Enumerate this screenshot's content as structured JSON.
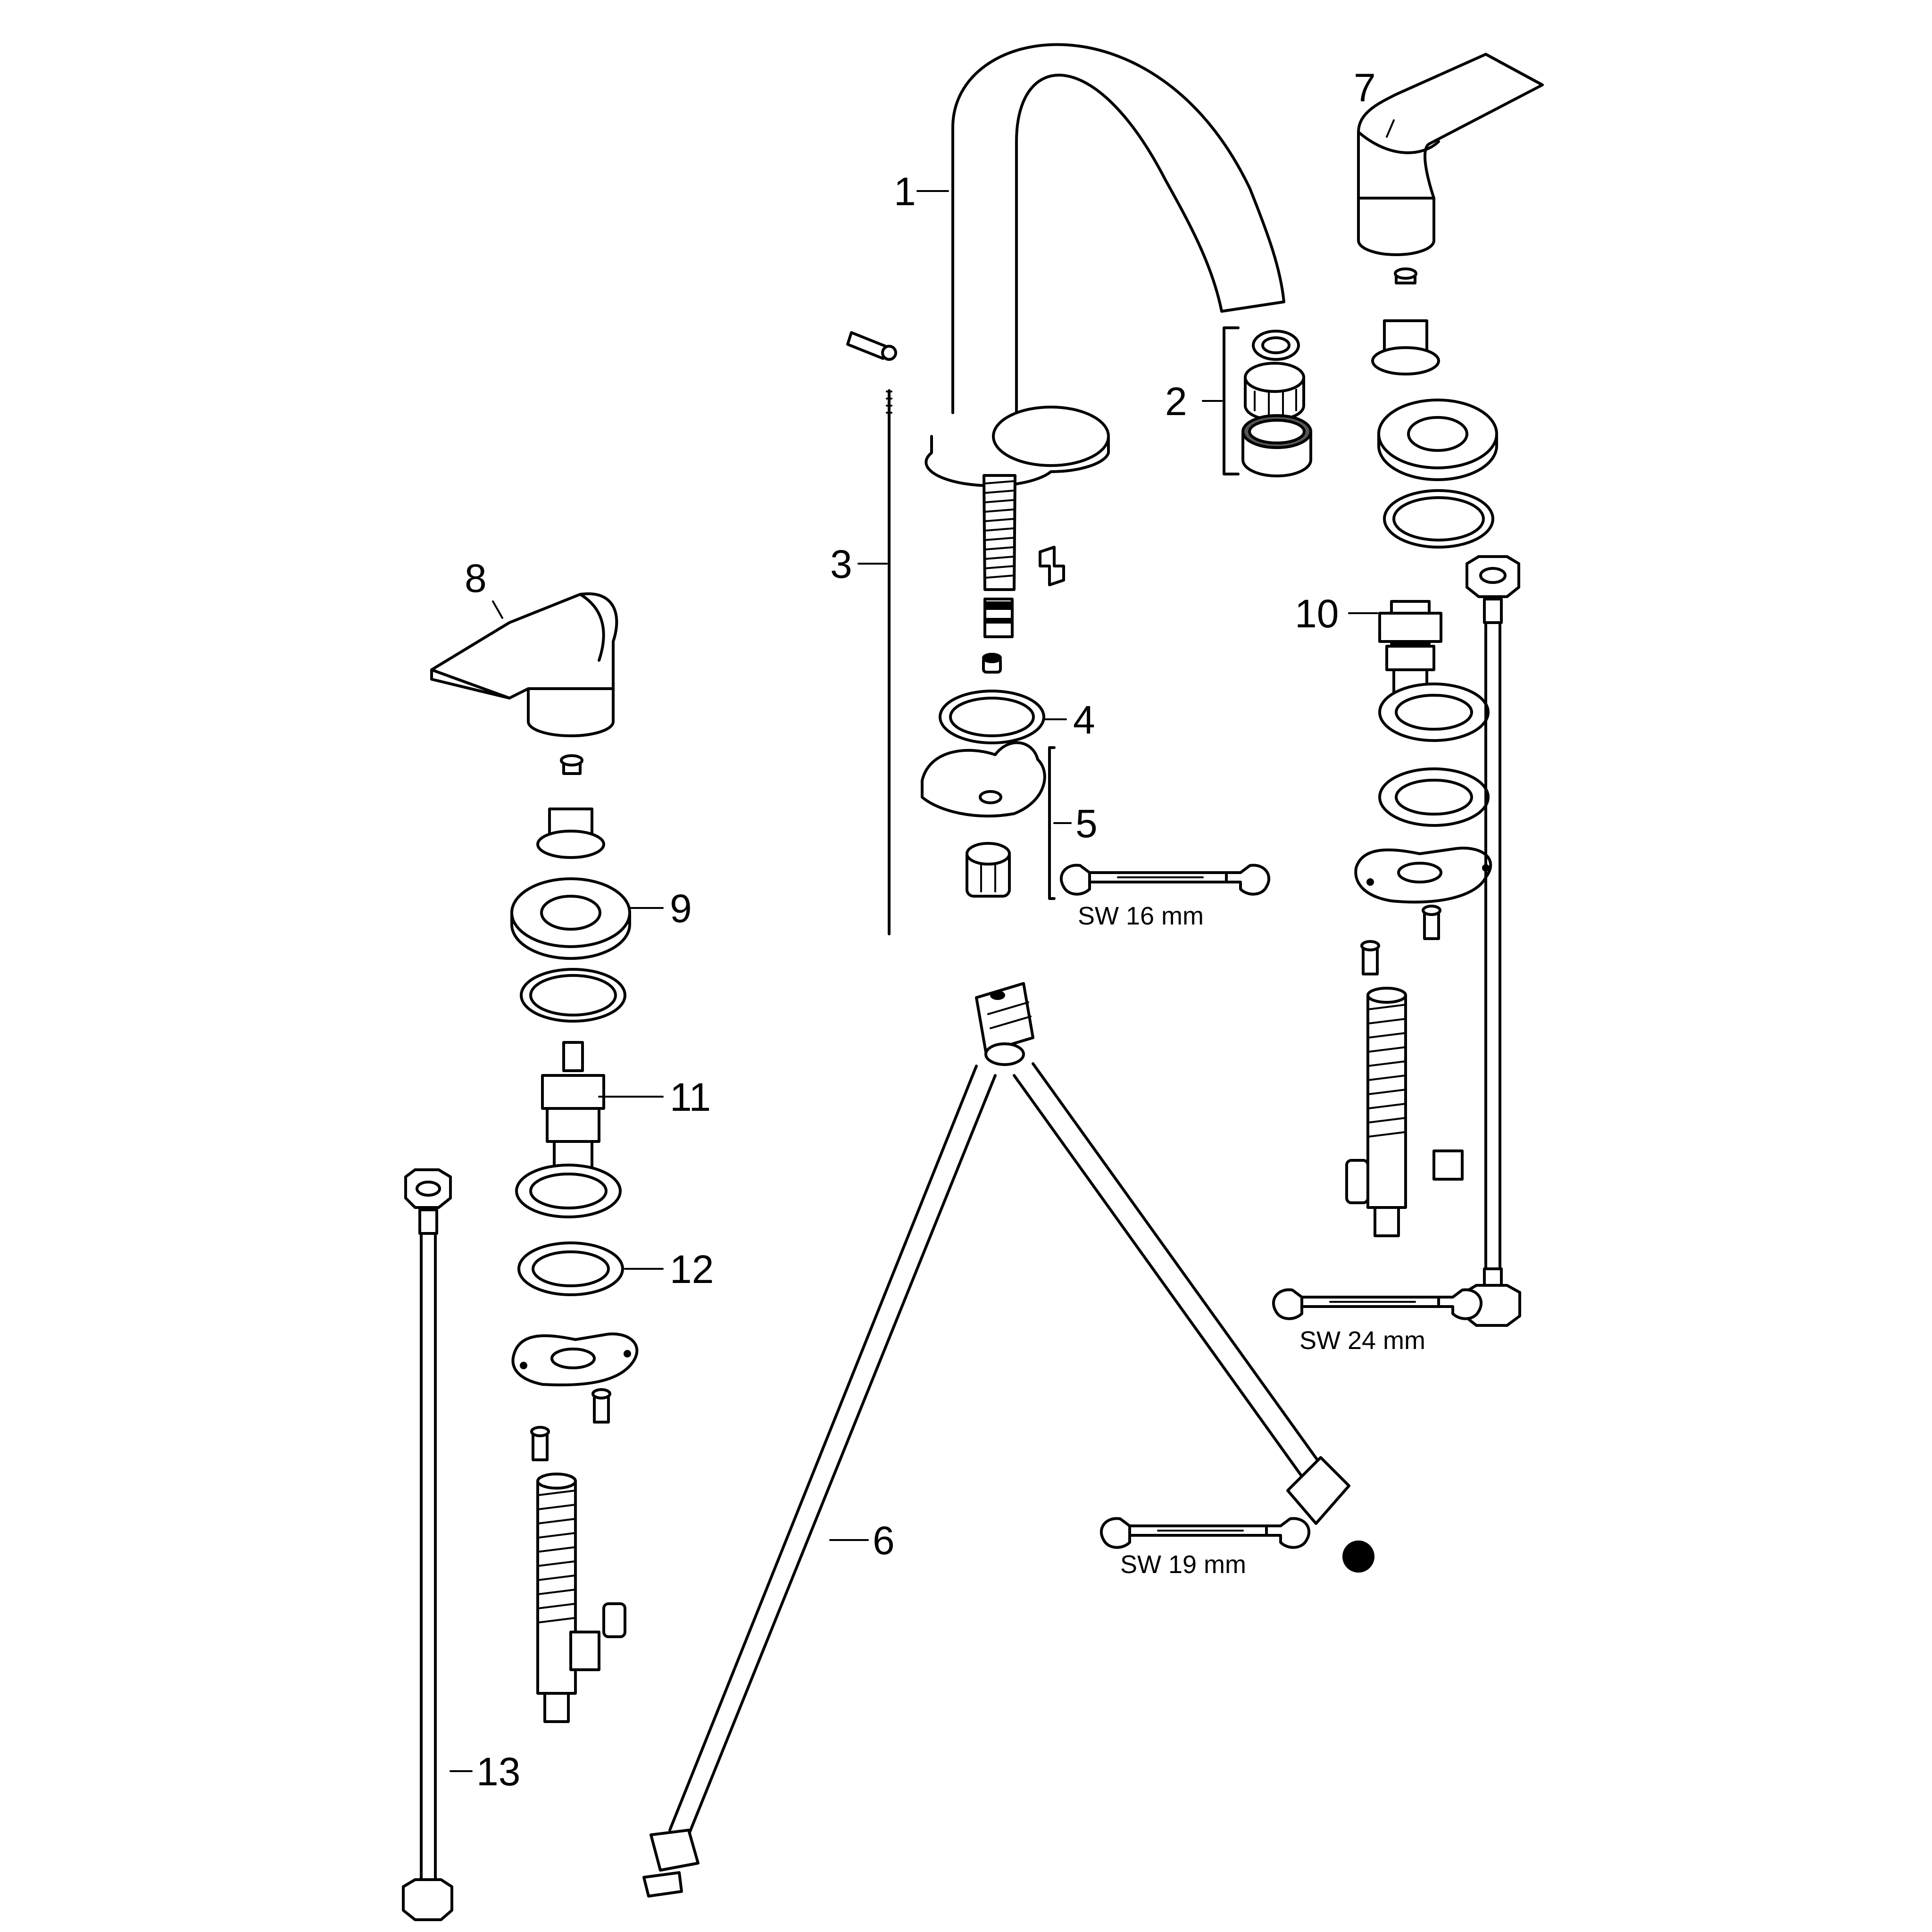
{
  "callouts": {
    "c1": "1",
    "c2": "2",
    "c3": "3",
    "c4": "4",
    "c5": "5",
    "c6": "6",
    "c7": "7",
    "c8": "8",
    "c9": "9",
    "c10": "10",
    "c11": "11",
    "c12": "12",
    "c13": "13"
  },
  "wrench_labels": {
    "sw16": "SW 16 mm",
    "sw24": "SW 24 mm",
    "sw19": "SW 19 mm"
  },
  "icons": [
    "wrench-icon"
  ]
}
